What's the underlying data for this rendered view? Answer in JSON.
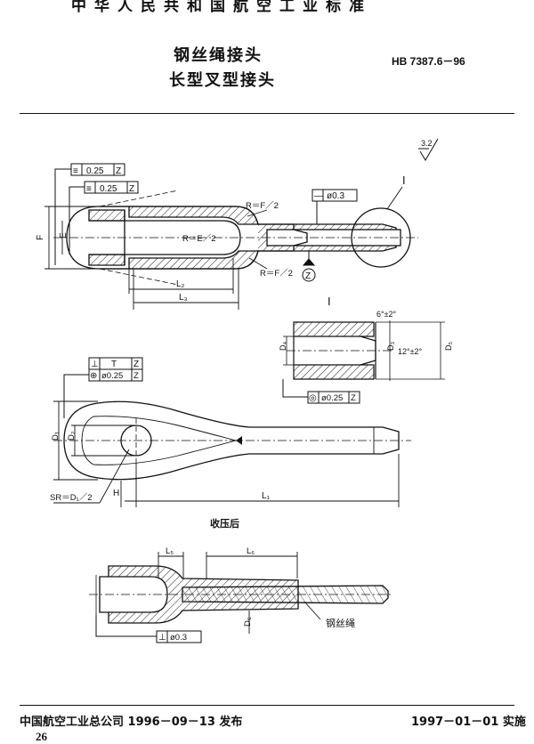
{
  "header": {
    "standard_banner": "中华人民共和国航空工业标准",
    "title_line1": "钢丝绳接头",
    "title_line2": "长型叉型接头",
    "standard_number": "HB 7387.6－96"
  },
  "drawing": {
    "roughness": "3.2",
    "tol_top_sym": "≡",
    "tol_top_val": "0.25",
    "tol_top_ref": "Z",
    "tol_2_sym": "≡",
    "tol_2_val": "0.25",
    "tol_2_ref": "Z",
    "tol_rod_sym": "—",
    "tol_rod_val": "ø0.3",
    "datum_z": "Z",
    "detail_mark": "I",
    "detail_mark_2": "I",
    "label_F": "F",
    "label_E": "E",
    "label_R_F2_top": "R＝F／2",
    "label_R_E2": "R＝E／2",
    "label_R_F2_bot": "R＝F／2",
    "label_L2": "L₂",
    "label_L3": "L₃",
    "label_taper": "6°±2°",
    "label_cone": "12°±2°",
    "label_D4": "D₄",
    "label_D3": "D₃",
    "label_D5": "D₅",
    "tol_detail_sym": "◎",
    "tol_detail_val": "ø0.25",
    "tol_detail_ref": "Z",
    "tol_perp_sym": "⊥",
    "tol_perp_val": "T",
    "tol_perp_ref": "Z",
    "tol_pos_sym": "⊕",
    "tol_pos_val": "ø0.25",
    "tol_pos_ref": "Z",
    "label_D1": "D₁",
    "label_D2": "D₂",
    "label_SR": "SR＝D₁／2",
    "label_H": "H",
    "label_L1": "L₁",
    "after_swage": "收压后",
    "label_L5": "L₅",
    "label_L6": "L₆",
    "label_D6": "D₆",
    "wire_rope": "钢丝绳",
    "tol_bottom_sym": "⊥",
    "tol_bottom_val": "ø0.3"
  },
  "footer": {
    "issued": "中国航空工业总公司 1996－09－13 发布",
    "effective": "1997－01－01 实施",
    "page_number": "26"
  }
}
